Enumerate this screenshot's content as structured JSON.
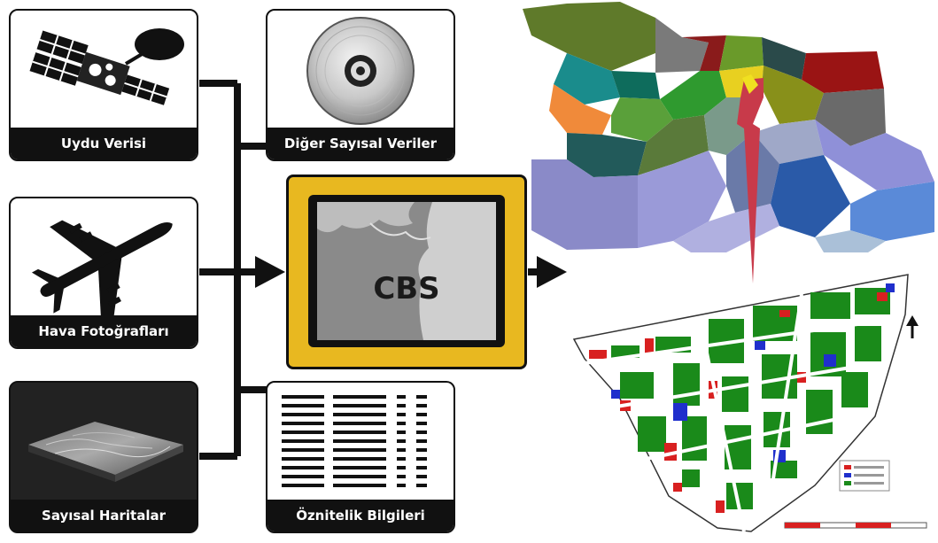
{
  "sources": {
    "satellite": {
      "label": "Uydu Verisi",
      "icon": "satellite-icon"
    },
    "aerial": {
      "label": "Hava Fotoğrafları",
      "icon": "airplane-icon"
    },
    "digital_maps": {
      "label": "Sayısal Haritalar",
      "icon": "terrain-map-icon"
    },
    "other_digital": {
      "label": "Diğer Sayısal Veriler",
      "icon": "cd-disc-icon"
    },
    "attribute": {
      "label": "Öznitelik Bilgileri",
      "icon": "attribute-table-icon"
    }
  },
  "center": {
    "label": "CBS",
    "icon": "gis-monitor-icon",
    "frame_color": "#E8B820"
  },
  "outputs": {
    "thematic_map": {
      "icon": "colored-district-map"
    },
    "parcel_map": {
      "icon": "parcel-block-map",
      "north_arrow": "north-arrow-icon"
    }
  },
  "colors": {
    "accent": "#E8B820",
    "frame": "#111111"
  }
}
